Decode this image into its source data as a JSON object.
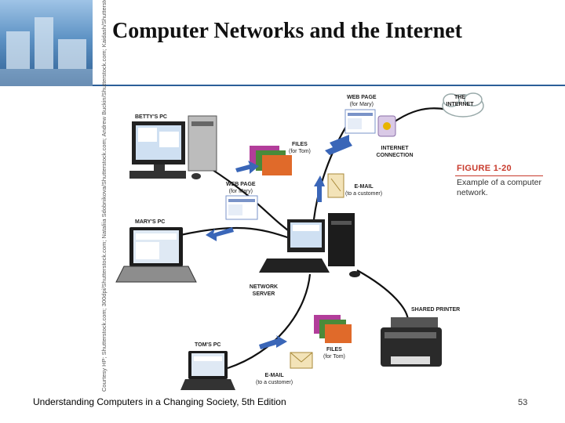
{
  "slide": {
    "title": "Computer Networks and the Internet",
    "footer": "Understanding Computers in a Changing Society, 5th Edition",
    "page_number": "53"
  },
  "figure": {
    "label": "FIGURE 1-20",
    "caption": "Example of a computer network.",
    "credit": "Courtesy HP; Shutterstock.com; 300dpi/Shutterstock.com; Nataliia Sdobnikova/Shutterstock.com; Andrew Buckin/Shutterstock.com; Kaidash/Shutterstock.com",
    "labels": {
      "betty_pc": "BETTY'S PC",
      "marys_pc": "MARY'S PC",
      "toms_pc": "TOM'S PC",
      "web_page_mary_top": "WEB PAGE",
      "web_page_mary_top_sub": "(for Mary)",
      "the_internet": "THE INTERNET",
      "files_tom_top": "FILES",
      "files_tom_top_sub": "(for Tom)",
      "internet_connection": "INTERNET CONNECTION",
      "email_customer_top": "E-MAIL",
      "email_customer_top_sub": "(to a customer)",
      "web_page_mary_mid": "WEB PAGE",
      "web_page_mary_mid_sub": "(for Mary)",
      "network_server": "NETWORK SERVER",
      "shared_printer": "SHARED PRINTER",
      "files_tom_bottom": "FILES",
      "files_tom_bottom_sub": "(for Tom)",
      "email_customer_bottom": "E-MAIL",
      "email_customer_bottom_sub": "(to a customer)"
    }
  },
  "colors": {
    "accent_red": "#c83a2c",
    "arrow_blue": "#3a66b8",
    "header_blue": "#2c5f99"
  }
}
